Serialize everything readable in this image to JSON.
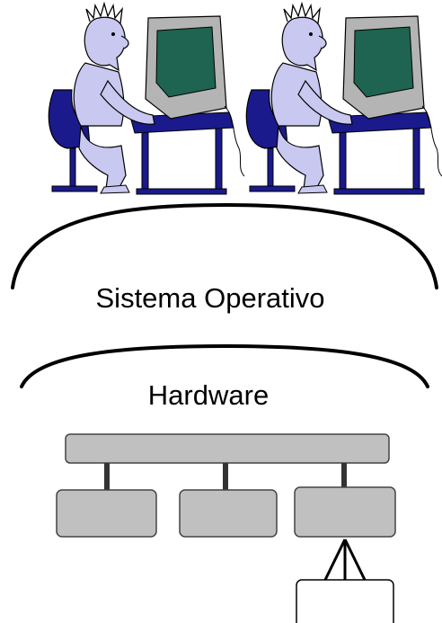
{
  "layers": {
    "os_label": "Sistema Operativo",
    "hardware_label": "Hardware"
  },
  "users": [
    {
      "figure": "user-at-computer-illustration"
    },
    {
      "figure": "user-at-computer-illustration"
    }
  ],
  "colors": {
    "skin": "#c8c8f0",
    "chair": "#1a1a8c",
    "monitor_case": "#b4b4b4",
    "screen": "#1e6450",
    "desk": "#1a1a8c",
    "component_fill": "#c0c0c0",
    "component_stroke": "#444444",
    "arc_stroke": "#000000"
  }
}
